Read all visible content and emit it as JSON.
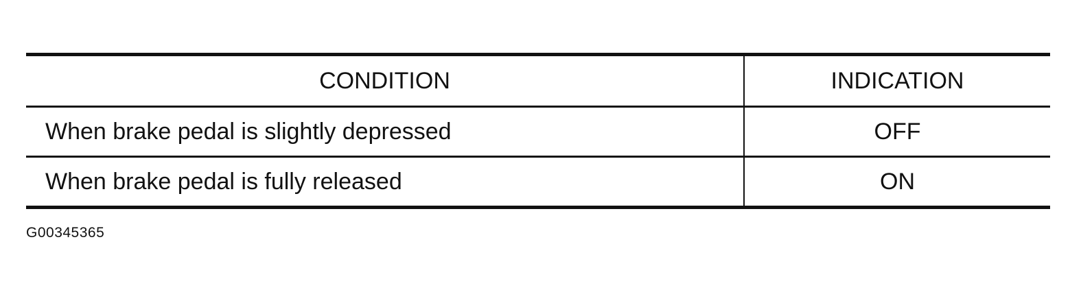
{
  "table": {
    "headers": {
      "condition": "CONDITION",
      "indication": "INDICATION"
    },
    "rows": [
      {
        "condition": "When brake pedal is slightly depressed",
        "indication": "OFF"
      },
      {
        "condition": "When brake pedal is fully released",
        "indication": "ON"
      }
    ]
  },
  "figure_id": "G00345365"
}
